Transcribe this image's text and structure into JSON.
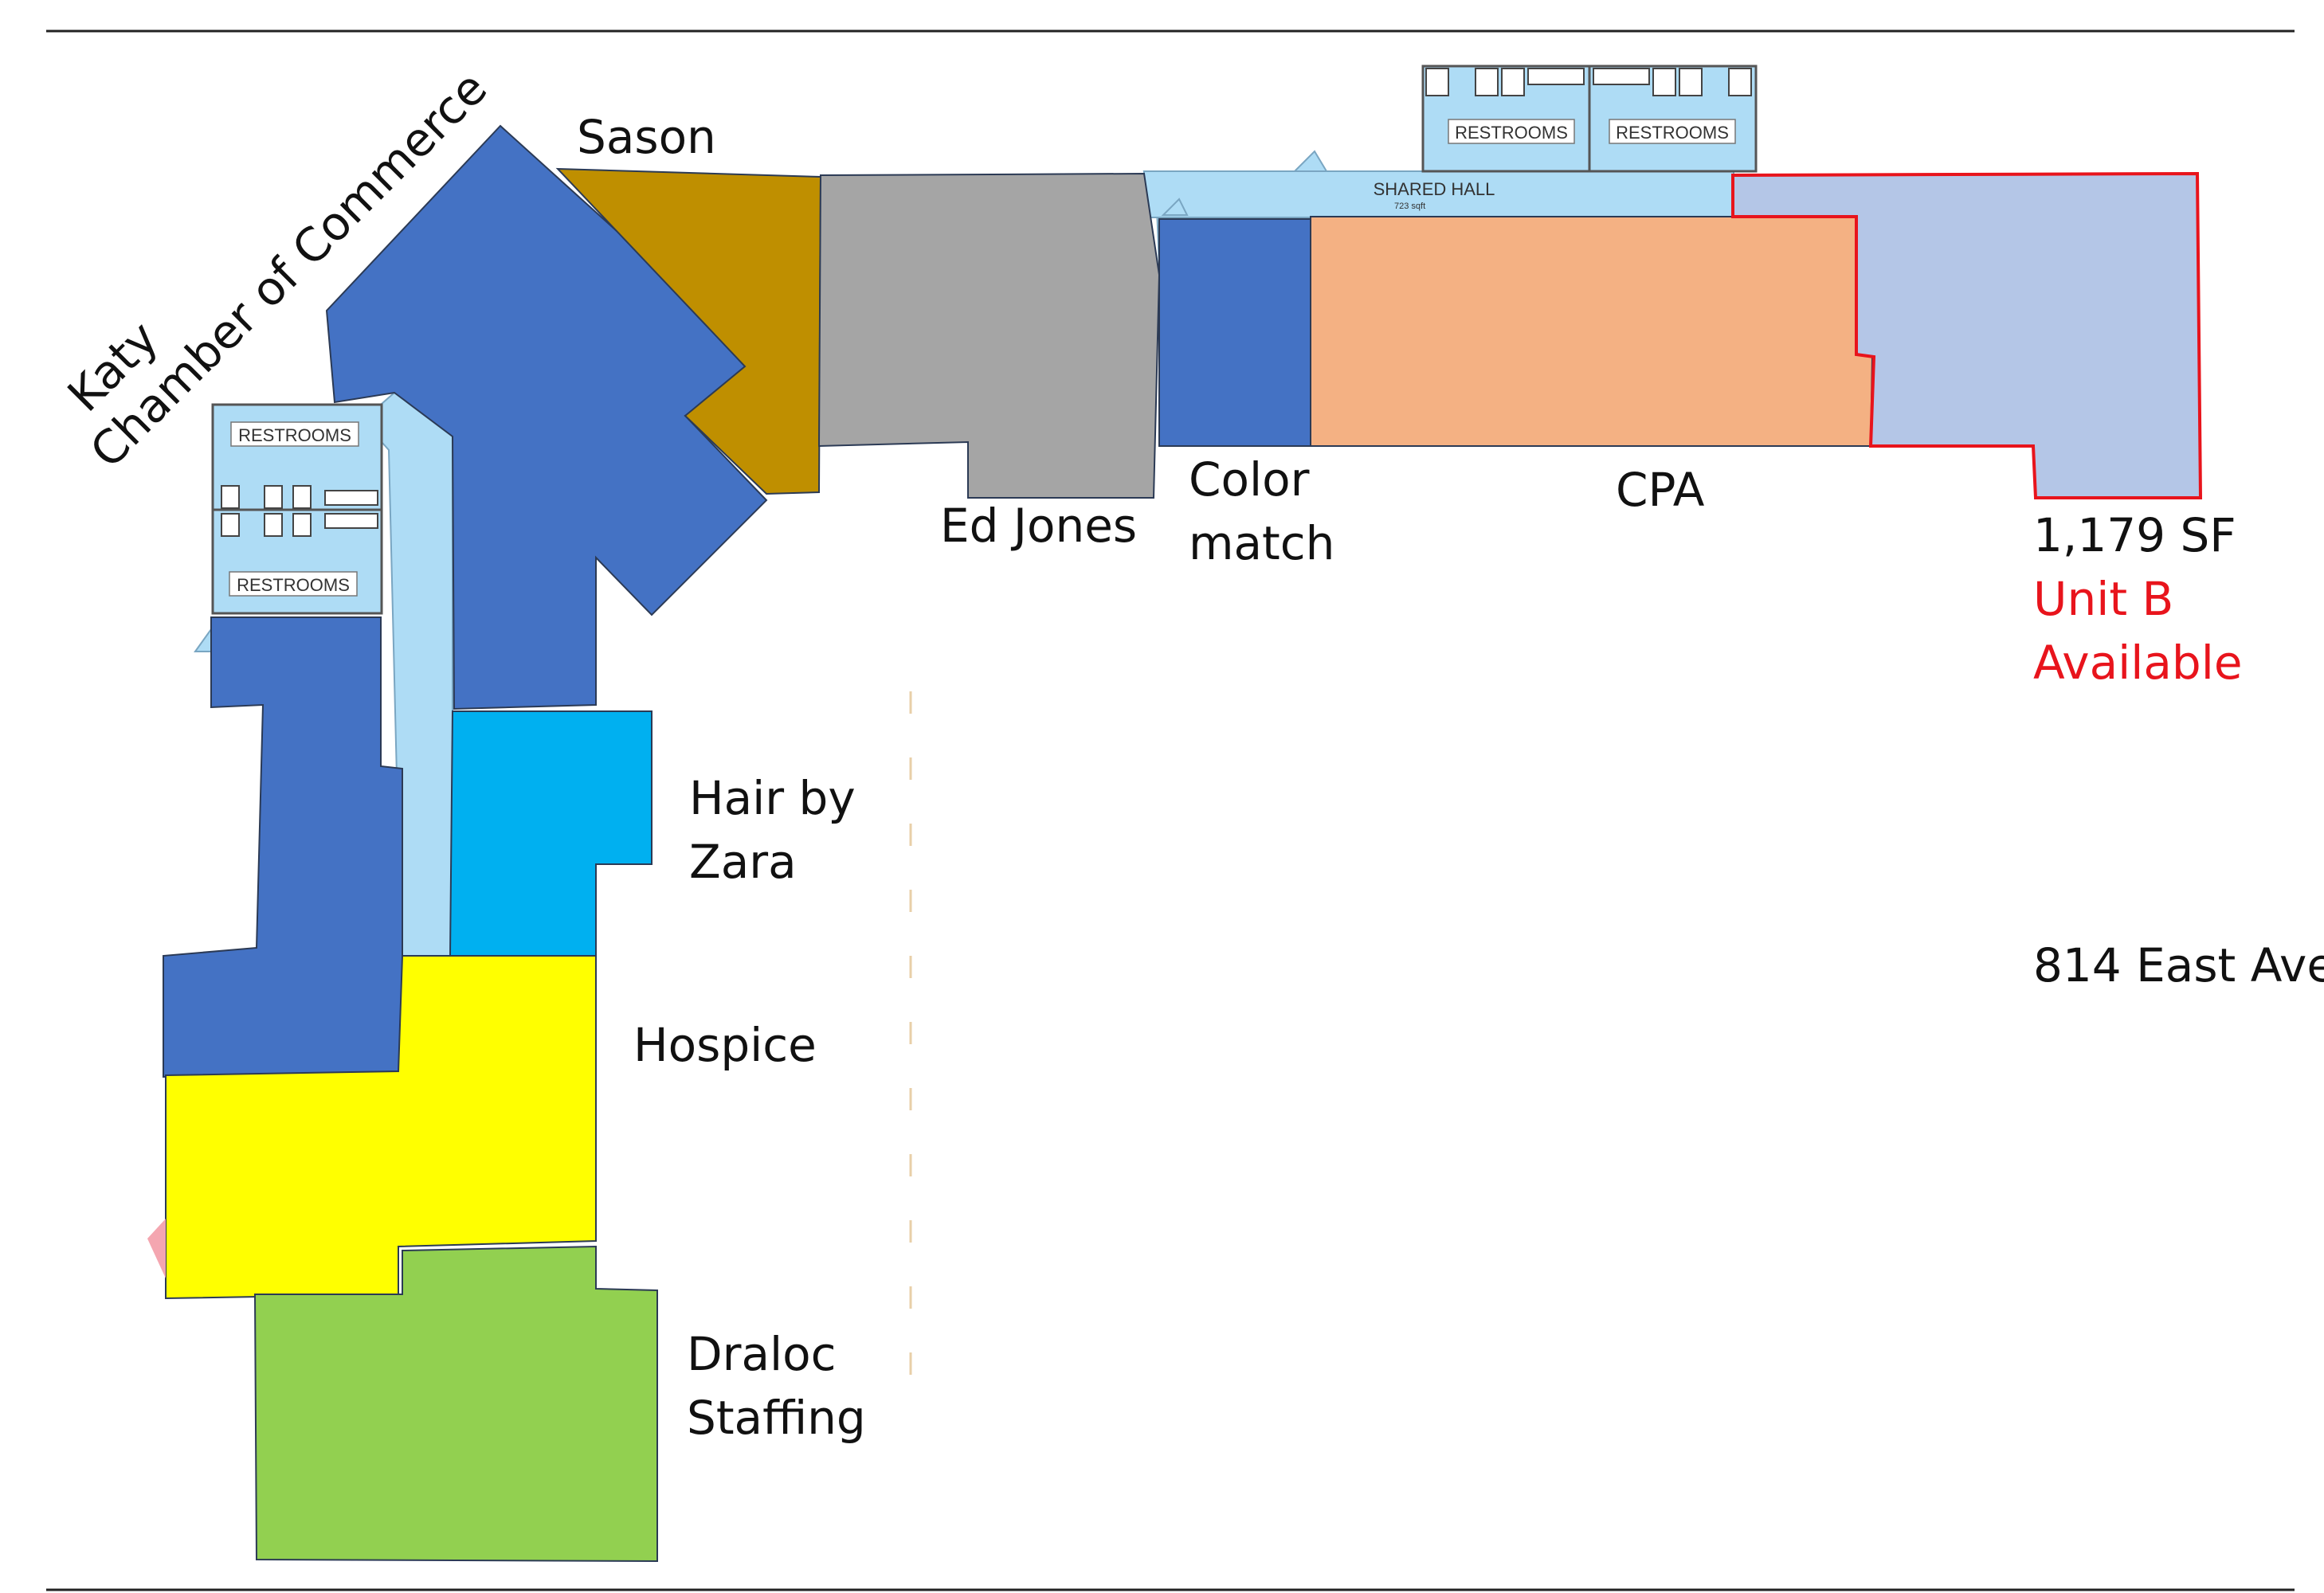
{
  "colors": {
    "chamber": "#4472c4",
    "sason": "#bf8f00",
    "ed_jones": "#a5a5a5",
    "color_match": "#4472c4",
    "cpa": "#f4b183",
    "unit_b_fill": "#b4c6e7",
    "unit_b_outline": "#e8141c",
    "hair": "#00b0f0",
    "hospice": "#ffff00",
    "draloc": "#92d050",
    "hall": "#aedcf5"
  },
  "tenants": {
    "chamber": {
      "line1": "Katy",
      "line2": "Chamber of Commerce"
    },
    "sason": {
      "label": "Sason"
    },
    "ed_jones": {
      "label": "Ed Jones"
    },
    "color_match": {
      "line1": "Color",
      "line2": "match"
    },
    "cpa": {
      "label": "CPA"
    },
    "unit_b": {
      "area": "1,179 SF",
      "name": "Unit B",
      "status": "Available"
    },
    "hair": {
      "line1": "Hair by",
      "line2": "Zara"
    },
    "hospice": {
      "label": "Hospice"
    },
    "draloc": {
      "line1": "Draloc",
      "line2": "Staffing"
    }
  },
  "restrooms": {
    "label": "RESTROOMS"
  },
  "shared_hall": {
    "label": "SHARED HALL",
    "sub": "723 sqft"
  },
  "address": "814 East Ave"
}
